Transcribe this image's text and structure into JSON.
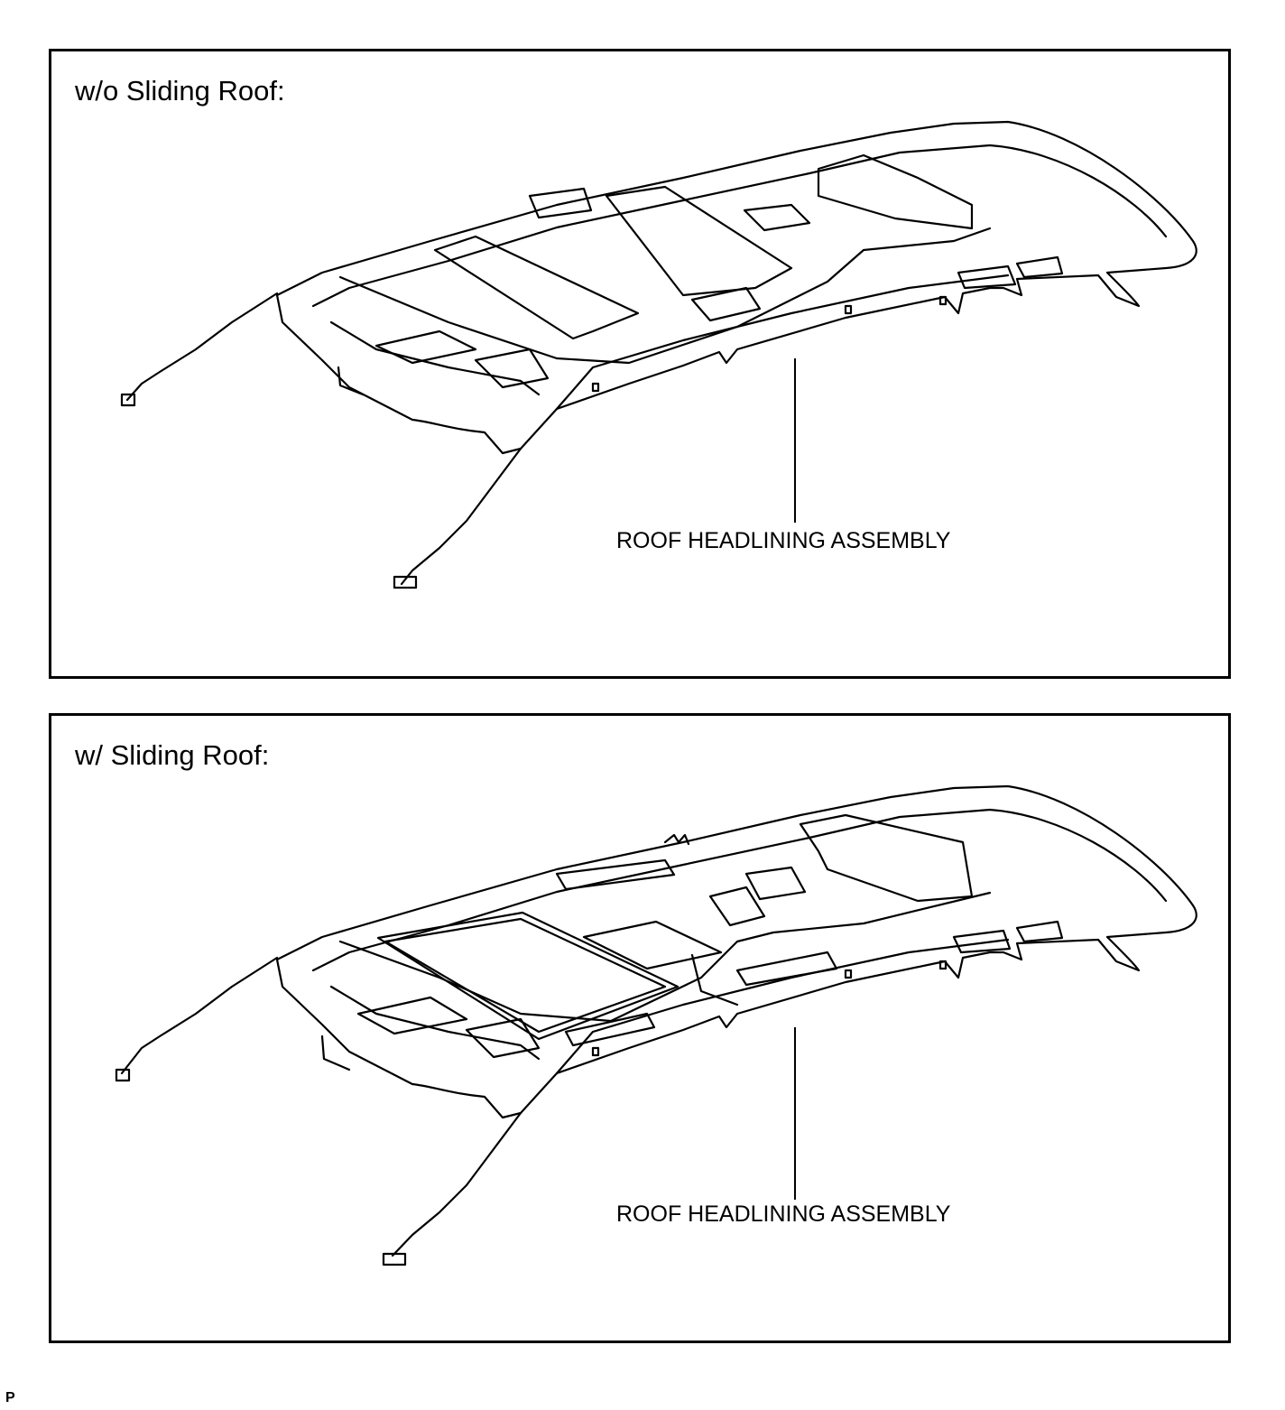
{
  "panels": [
    {
      "title": "w/o Sliding Roof:",
      "callout": "ROOF HEADLINING ASSEMBLY",
      "has_sliding_roof": false
    },
    {
      "title": "w/ Sliding Roof:",
      "callout": "ROOF HEADLINING ASSEMBLY",
      "has_sliding_roof": true
    }
  ],
  "page_code": "P"
}
